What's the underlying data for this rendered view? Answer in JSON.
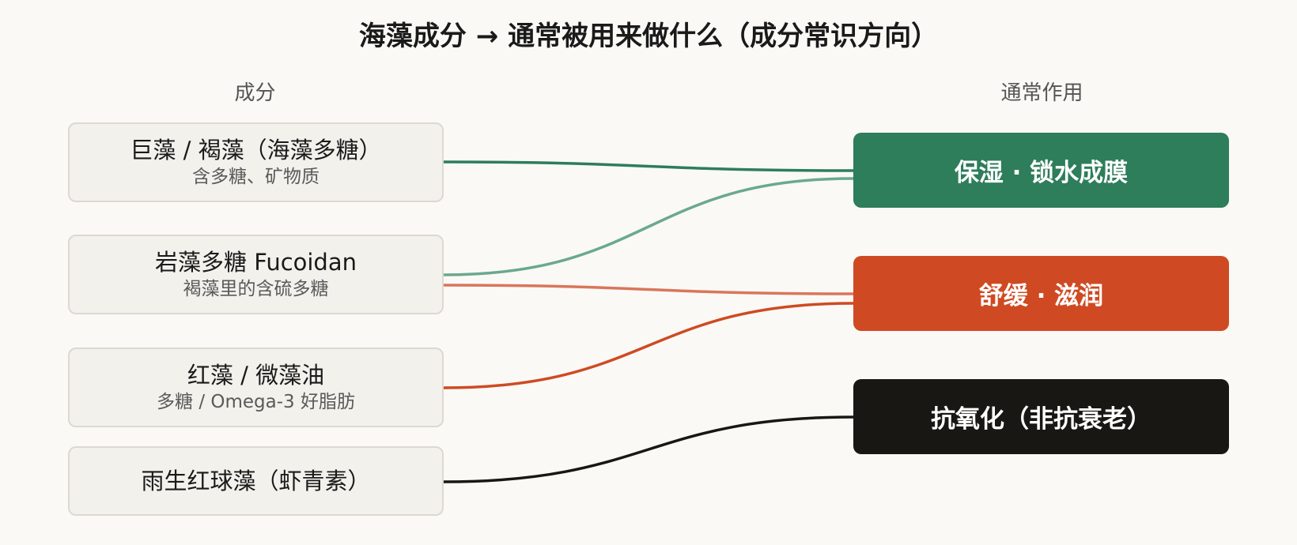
{
  "title": "海藻成分 → 通常被用来做什么（成分常识方向）",
  "headers": {
    "left": "成分",
    "right": "通常作用"
  },
  "ingredients": [
    {
      "name": "巨藻 / 褐藻（海藻多糖）",
      "sub": "含多糖、矿物质"
    },
    {
      "name": "岩藻多糖 Fucoidan",
      "sub": "褐藻里的含硫多糖"
    },
    {
      "name": "红藻 / 微藻油",
      "sub": "多糖 / Omega-3 好脂肪"
    },
    {
      "name": "雨生红球藻（虾青素）",
      "sub": ""
    }
  ],
  "effects": [
    {
      "label": "保湿 · 锁水成膜",
      "color": "#2e7d5b"
    },
    {
      "label": "舒缓 · 滋润",
      "color": "#cf4a22"
    },
    {
      "label": "抗氧化（非抗衰老）",
      "color": "#181713"
    }
  ],
  "links": [
    {
      "from": 0,
      "to": 0,
      "color": "#2e7d5b"
    },
    {
      "from": 1,
      "to": 0,
      "color": "#6aa98e"
    },
    {
      "from": 1,
      "to": 1,
      "color": "#d9765a"
    },
    {
      "from": 2,
      "to": 1,
      "color": "#cf4a22"
    },
    {
      "from": 3,
      "to": 2,
      "color": "#181713"
    }
  ]
}
